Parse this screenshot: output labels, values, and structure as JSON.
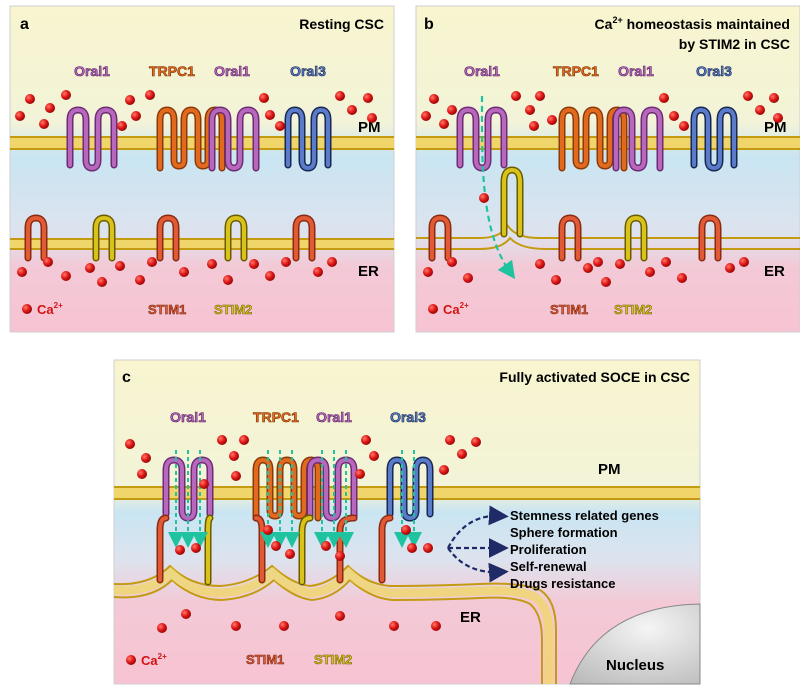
{
  "panels": [
    {
      "letter": "a",
      "title_lines": [
        "Resting CSC"
      ],
      "channels": [
        "Orai1",
        "TRPC1",
        "Orai1",
        "Orai3"
      ],
      "membrane_labels": {
        "pm": "PM",
        "er": "ER"
      },
      "legend": {
        "calcium": "Ca",
        "calcium_sup": "2+",
        "stim1": "STIM1",
        "stim2": "STIM2"
      }
    },
    {
      "letter": "b",
      "title_lines": [
        "homeostasis maintained",
        "by STIM2 in CSC"
      ],
      "title_prefix": "Ca",
      "title_prefix_sup": "2+",
      "channels": [
        "Orai1",
        "TRPC1",
        "Orai1",
        "Orai3"
      ],
      "membrane_labels": {
        "pm": "PM",
        "er": "ER"
      },
      "legend": {
        "calcium": "Ca",
        "calcium_sup": "2+",
        "stim1": "STIM1",
        "stim2": "STIM2"
      }
    },
    {
      "letter": "c",
      "title_lines": [
        "Fully activated SOCE in CSC"
      ],
      "channels": [
        "Orai1",
        "TRPC1",
        "Orai1",
        "Orai3"
      ],
      "membrane_labels": {
        "pm": "PM",
        "er": "ER"
      },
      "legend": {
        "calcium": "Ca",
        "calcium_sup": "2+",
        "stim1": "STIM1",
        "stim2": "STIM2"
      },
      "nucleus": "Nucleus",
      "outcomes": [
        "Stemness related genes",
        "Sphere formation",
        "Proliferation",
        "Self-renewal",
        "Drugs resistance"
      ]
    }
  ],
  "colors": {
    "calcium": "#d41212",
    "orai1": "#b768bd",
    "trpc1": "#e26a1f",
    "orai3": "#2f4f97",
    "stim1": "#e05a36",
    "stim2": "#d9c21a",
    "membrane": "#e6bb2a",
    "flux_arrow": "#1fc3a0",
    "outcome_arrow": "#1f2a66"
  }
}
